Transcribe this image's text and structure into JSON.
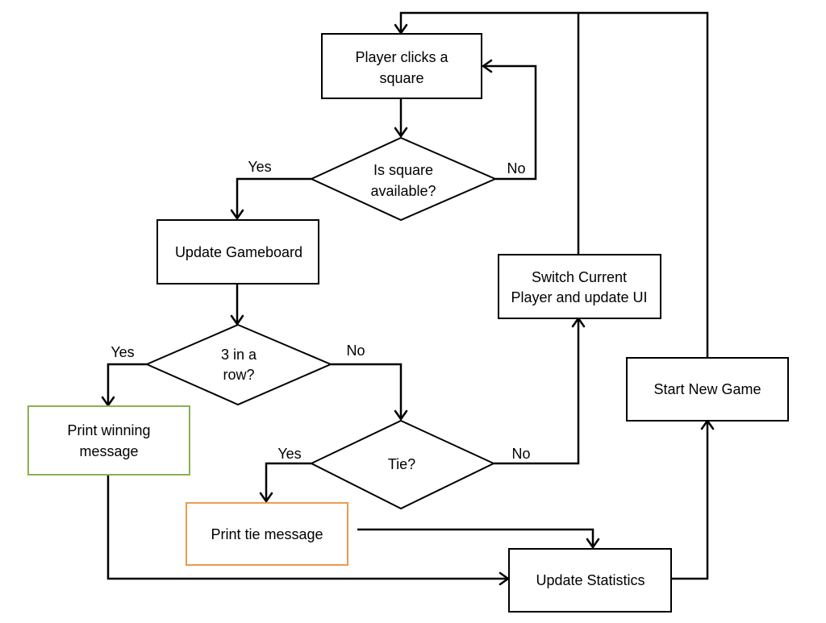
{
  "colors": {
    "line": "#000000",
    "win_border": "#8db04f",
    "tie_border": "#ed9a4b"
  },
  "nodes": {
    "player_clicks": [
      "Player clicks a",
      "square"
    ],
    "square_available": [
      "Is square",
      "available?"
    ],
    "update_gameboard": [
      "Update Gameboard"
    ],
    "three_in_row": [
      "3 in a",
      "row?"
    ],
    "print_winning": [
      "Print winning",
      "message"
    ],
    "tie_check": [
      "Tie?"
    ],
    "print_tie": [
      "Print tie message"
    ],
    "switch_player": [
      "Switch Current",
      "Player and update UI"
    ],
    "start_new_game": [
      "Start New Game"
    ],
    "update_statistics": [
      "Update Statistics"
    ]
  },
  "edge_labels": {
    "available_yes": "Yes",
    "available_no": "No",
    "row_yes": "Yes",
    "row_no": "No",
    "tie_yes": "Yes",
    "tie_no": "No"
  }
}
